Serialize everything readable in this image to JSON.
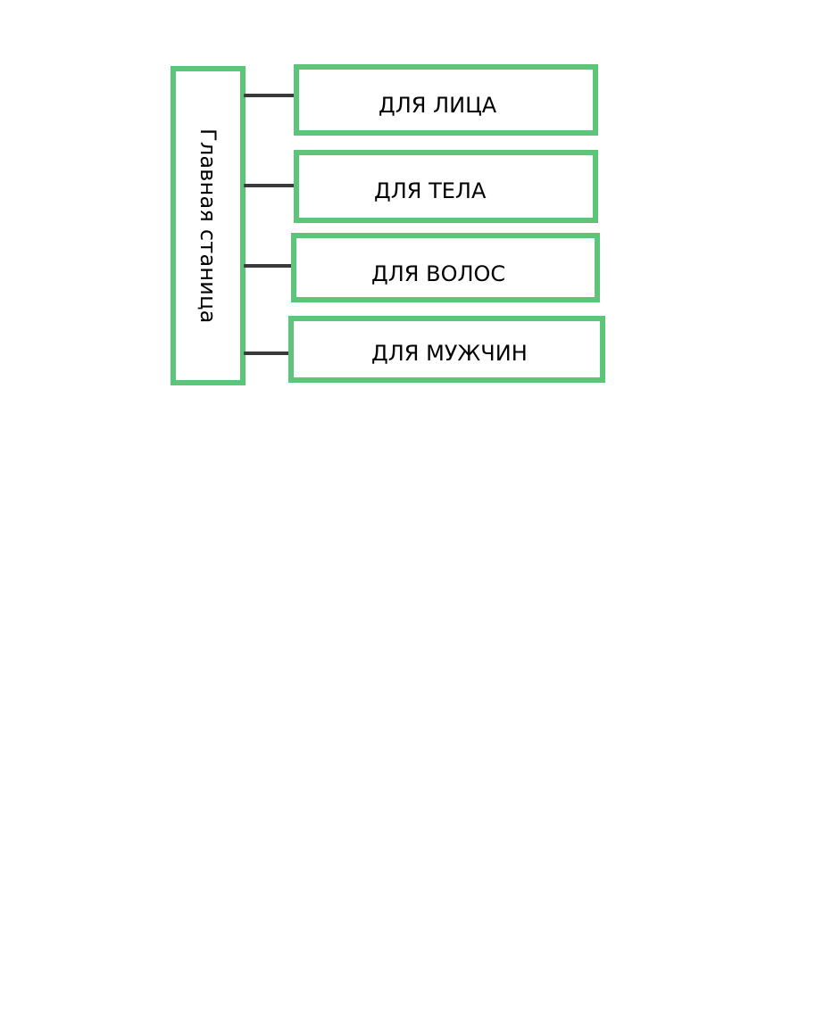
{
  "diagram": {
    "root": {
      "label": "Главная станица"
    },
    "children": [
      {
        "label": "ДЛЯ ЛИЦА"
      },
      {
        "label": "ДЛЯ ТЕЛА"
      },
      {
        "label": "ДЛЯ ВОЛОС"
      },
      {
        "label": "ДЛЯ МУЖЧИН"
      }
    ],
    "colors": {
      "box_border": "#5dc57a",
      "connector": "#3a3a3a",
      "text": "#000000",
      "background": "#ffffff"
    }
  }
}
